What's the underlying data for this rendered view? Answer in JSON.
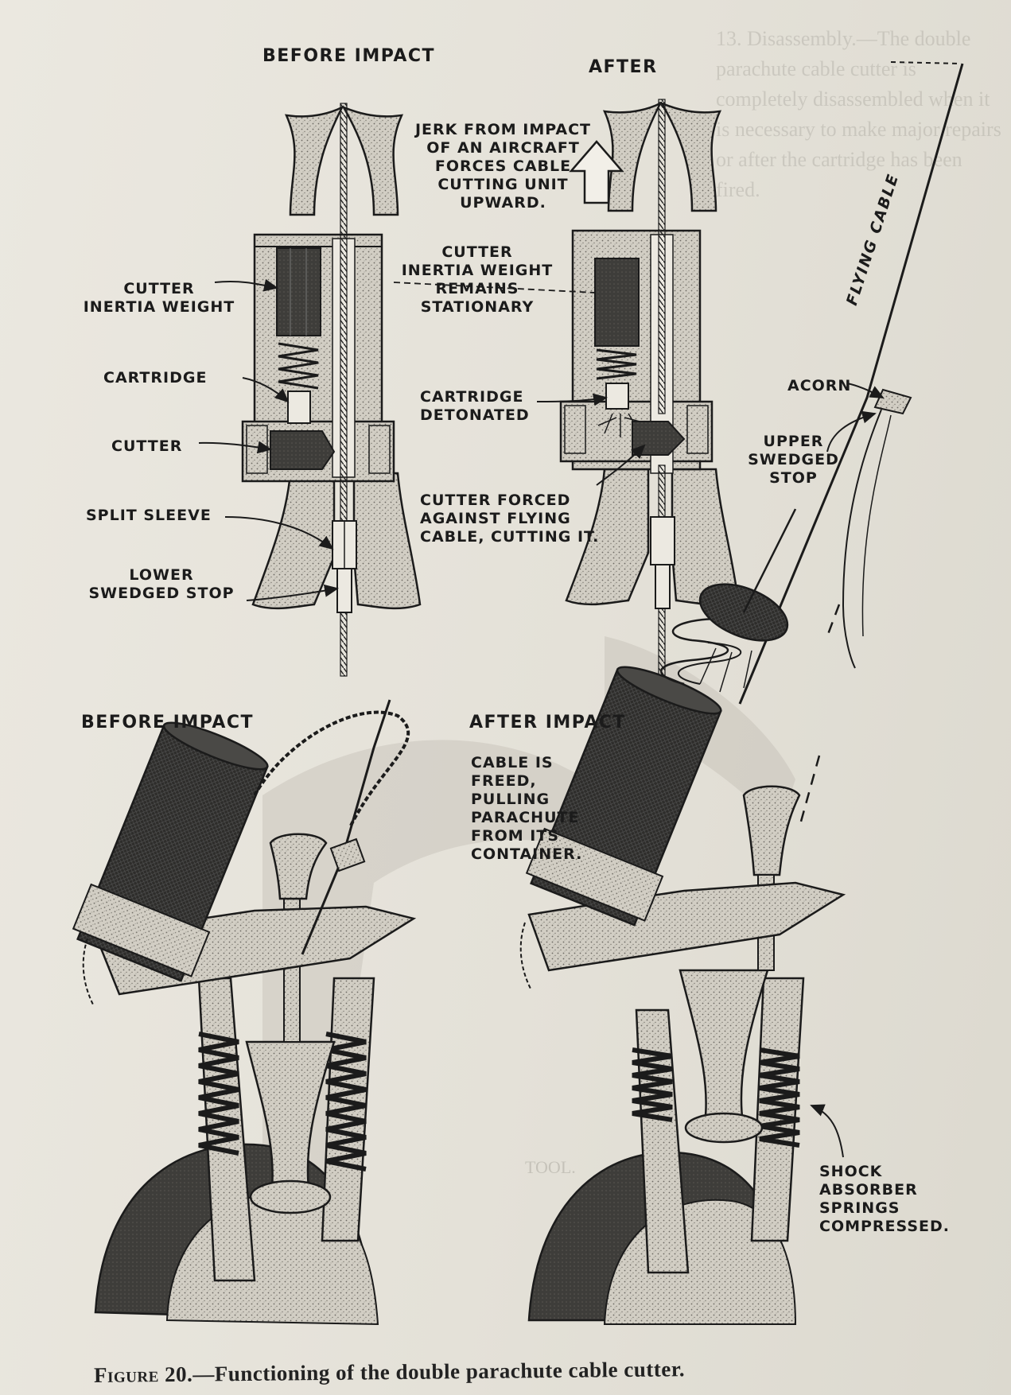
{
  "figure": {
    "number": "Figure 20.",
    "caption": "—Functioning of the double parachute cable cutter."
  },
  "background_text": {
    "fragment": "13. Disassembly.—The double parachute cable cutter is completely disassembled when it is necessary to make major repairs or after the cartridge has been fired.",
    "tool": "TOOL."
  },
  "top_section": {
    "before_heading": "BEFORE IMPACT",
    "after_heading": "AFTER",
    "jerk_note": "JERK FROM IMPACT\nOF AN AIRCRAFT\nFORCES CABLE\nCUTTING UNIT\nUPWARD.",
    "weight_note": "CUTTER\nINERTIA WEIGHT\nREMAINS\nSTATIONARY",
    "cutter_inertia_weight": "CUTTER\nINERTIA WEIGHT",
    "cartridge": "CARTRIDGE",
    "cutter": "CUTTER",
    "split_sleeve": "SPLIT SLEEVE",
    "lower_stop": "LOWER\nSWEDGED STOP",
    "cartridge_detonated": "CARTRIDGE\nDETONATED",
    "cutter_forced": "CUTTER FORCED\nAGAINST FLYING\nCABLE, CUTTING IT.",
    "acorn": "ACORN",
    "upper_stop": "UPPER\nSWEDGED\nSTOP",
    "flying_cable": "FLYING CABLE"
  },
  "bottom_section": {
    "before_heading": "BEFORE IMPACT",
    "after_heading": "AFTER IMPACT",
    "cable_freed_note": "CABLE IS\nFREED,\nPULLING\nPARACHUTE\nFROM ITS\nCONTAINER.",
    "springs_note": "SHOCK\nABSORBER\nSPRINGS\nCOMPRESSED."
  },
  "colors": {
    "ink": "#1b1b1b",
    "paper": "#e7e4dc",
    "stipple": "#9a968c",
    "dark_fill": "#3e3d3a"
  }
}
